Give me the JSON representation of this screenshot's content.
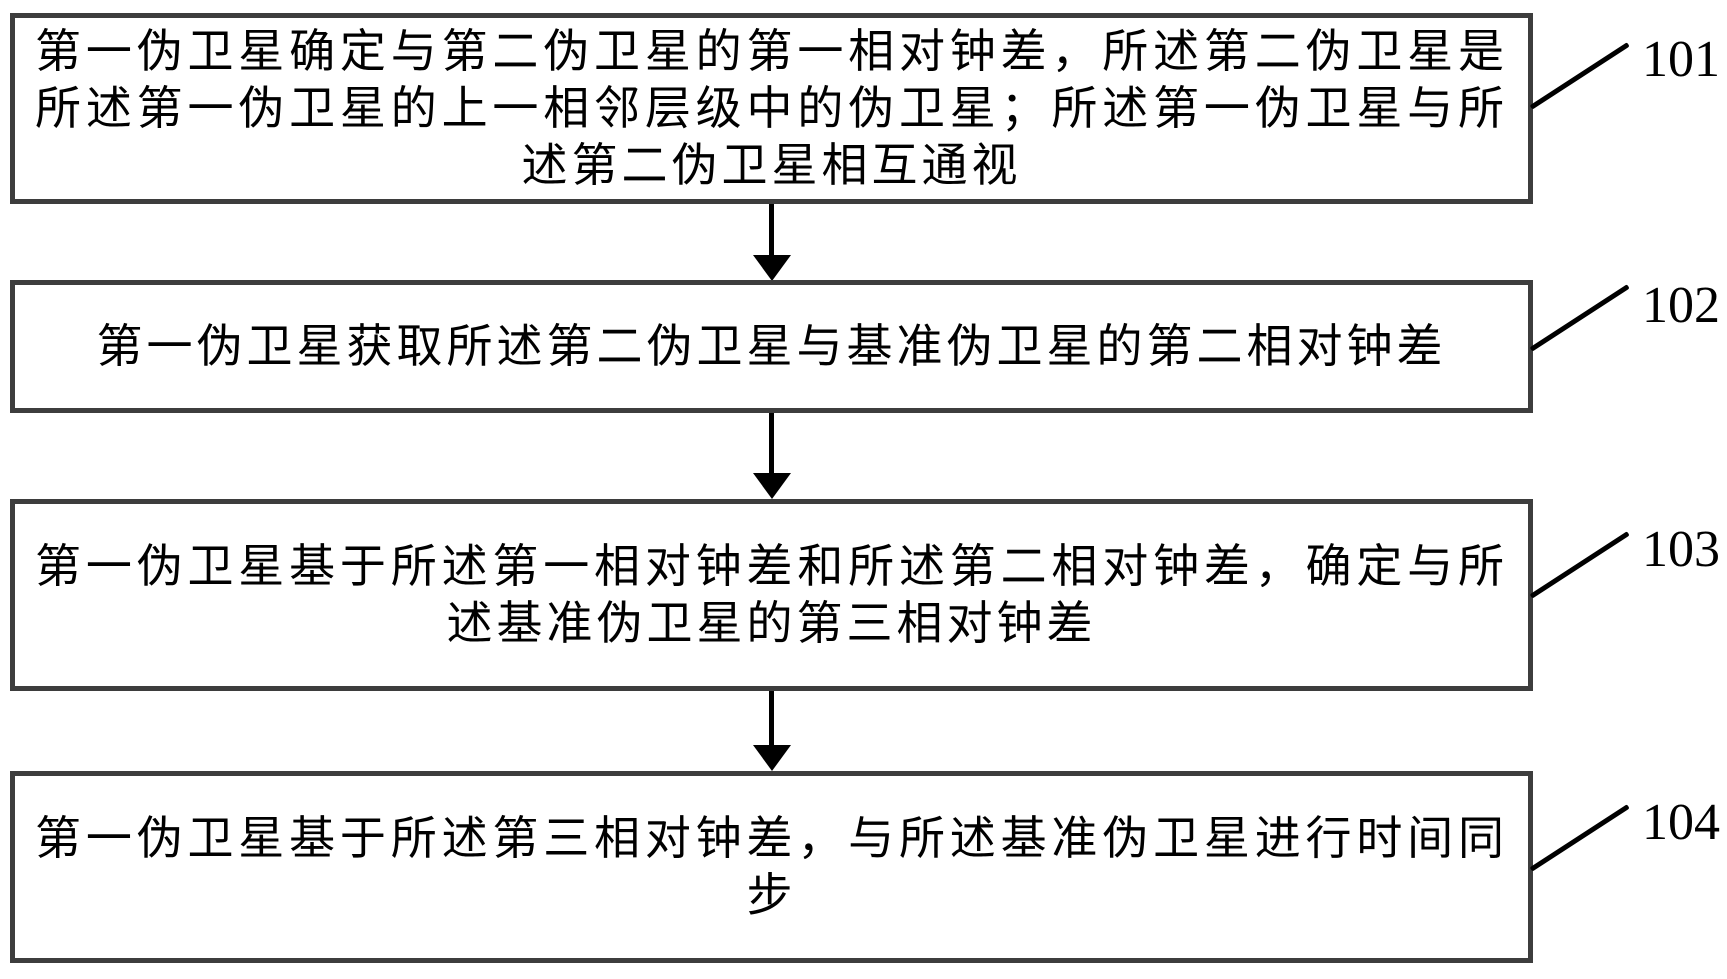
{
  "figure": {
    "type": "flowchart",
    "background": "#ffffff",
    "border_color": "#3d3d3d",
    "line_color": "#000000",
    "text_color": "#000000",
    "steps": [
      {
        "number": "101",
        "text": "第一伪卫星确定与第二伪卫星的第一相对钟差，所述第二伪卫星是所述第一伪卫星的上一相邻层级中的伪卫星；所述第一伪卫星与所述第二伪卫星相互通视"
      },
      {
        "number": "102",
        "text": "第一伪卫星获取所述第二伪卫星与基准伪卫星的第二相对钟差"
      },
      {
        "number": "103",
        "text": "第一伪卫星基于所述第一相对钟差和所述第二相对钟差，确定与所述基准伪卫星的第三相对钟差"
      },
      {
        "number": "104",
        "text": "第一伪卫星基于所述第三相对钟差，与所述基准伪卫星进行时间同步"
      }
    ],
    "connections": [
      {
        "from": "101",
        "to": "102",
        "type": "arrow-down"
      },
      {
        "from": "102",
        "to": "103",
        "type": "arrow-down"
      },
      {
        "from": "103",
        "to": "104",
        "type": "arrow-down"
      }
    ]
  }
}
